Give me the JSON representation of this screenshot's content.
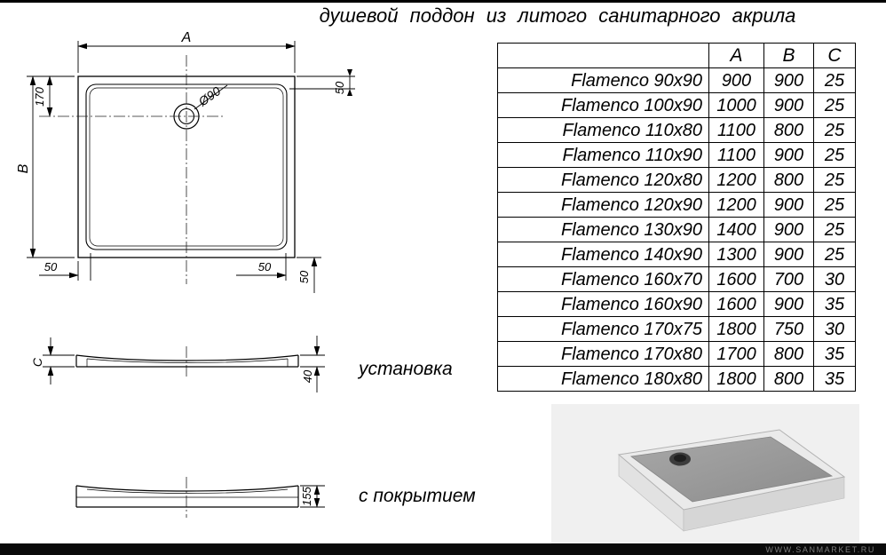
{
  "page": {
    "title": "душевой поддон из литого санитарного акрила",
    "watermark": "WWW.SANMARKET.RU"
  },
  "table": {
    "headers": {
      "name": "",
      "a": "A",
      "b": "B",
      "c": "C"
    },
    "rows": [
      {
        "name": "Flamenco 90x90",
        "a": "900",
        "b": "900",
        "c": "25"
      },
      {
        "name": "Flamenco 100x90",
        "a": "1000",
        "b": "900",
        "c": "25"
      },
      {
        "name": "Flamenco 110x80",
        "a": "1100",
        "b": "800",
        "c": "25"
      },
      {
        "name": "Flamenco 110x90",
        "a": "1100",
        "b": "900",
        "c": "25"
      },
      {
        "name": "Flamenco 120x80",
        "a": "1200",
        "b": "800",
        "c": "25"
      },
      {
        "name": "Flamenco 120x90",
        "a": "1200",
        "b": "900",
        "c": "25"
      },
      {
        "name": "Flamenco 130x90",
        "a": "1400",
        "b": "900",
        "c": "25"
      },
      {
        "name": "Flamenco 140x90",
        "a": "1300",
        "b": "900",
        "c": "25"
      },
      {
        "name": "Flamenco 160x70",
        "a": "1600",
        "b": "700",
        "c": "30"
      },
      {
        "name": "Flamenco 160x90",
        "a": "1600",
        "b": "900",
        "c": "35"
      },
      {
        "name": "Flamenco 170x75",
        "a": "1800",
        "b": "750",
        "c": "30"
      },
      {
        "name": "Flamenco 170x80",
        "a": "1700",
        "b": "800",
        "c": "35"
      },
      {
        "name": "Flamenco 180x80",
        "a": "1800",
        "b": "800",
        "c": "35"
      }
    ]
  },
  "drawing": {
    "dim_a": "A",
    "dim_b": "B",
    "dim_170": "170",
    "dim_diameter": "Ø90",
    "dim_50_bottom_left": "50",
    "dim_50_bottom_right": "50",
    "dim_50_right": "50",
    "dim_50_top_right": "50"
  },
  "side_views": {
    "install_label": "установка",
    "coated_label": "с покрытием",
    "dim_c": "C",
    "dim_40": "40",
    "dim_155": "155"
  }
}
